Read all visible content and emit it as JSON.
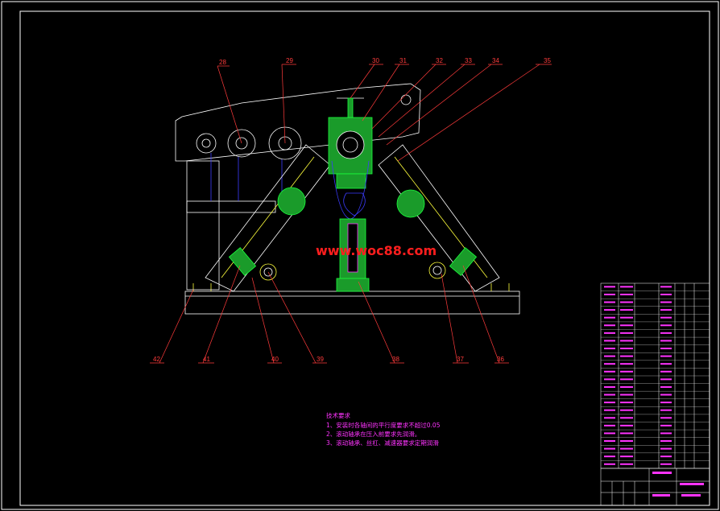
{
  "drawing": {
    "watermark": "www.woc88.com",
    "top_callouts": [
      "28",
      "29",
      "30",
      "31",
      "32",
      "33",
      "34",
      "35"
    ],
    "bottom_callouts": [
      "42",
      "41",
      "40",
      "39",
      "38",
      "37",
      "36"
    ],
    "tech_notes": {
      "title": "技术要求",
      "items": [
        "1、安装时各轴间的平行度要求不超过0.05",
        "2、滚动轴承在压入前要求先润滑。",
        "3、滚动轴承、丝杠、减速器要求定期润滑"
      ]
    },
    "colors": {
      "background": "#000000",
      "frame": "#ffffff",
      "callout": "#ff3b3b",
      "magenta": "#ff33ff",
      "green": "#1aff3c",
      "blue": "#3c3cff",
      "yellow": "#ffff3c"
    }
  }
}
